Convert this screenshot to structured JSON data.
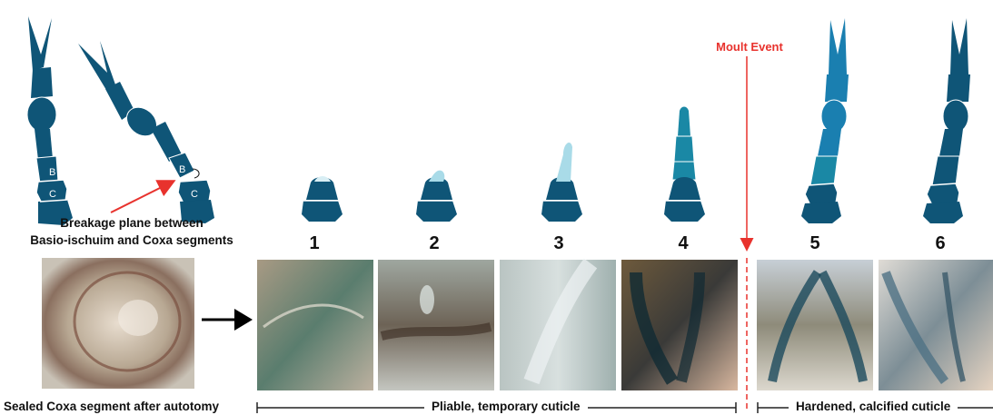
{
  "labels": {
    "breakage_line1": "Breakage plane between",
    "breakage_line2": "Basio-ischuim and Coxa segments",
    "moult_event": "Moult Event",
    "sealed_caption": "Sealed Coxa segment after autotomy",
    "pliable_caption": "Pliable, temporary cuticle",
    "hardened_caption": "Hardened, calcified cuticle"
  },
  "segment_letters": {
    "basis": "B",
    "coxa": "C"
  },
  "stages": [
    "1",
    "2",
    "3",
    "4",
    "5",
    "6"
  ],
  "colors": {
    "limb_dark": "#0f5577",
    "limb_mid": "#1a88a5",
    "limb_light": "#a9dbe8",
    "limb_blue": "#1a7fb0",
    "accent_red": "#e8322d"
  }
}
